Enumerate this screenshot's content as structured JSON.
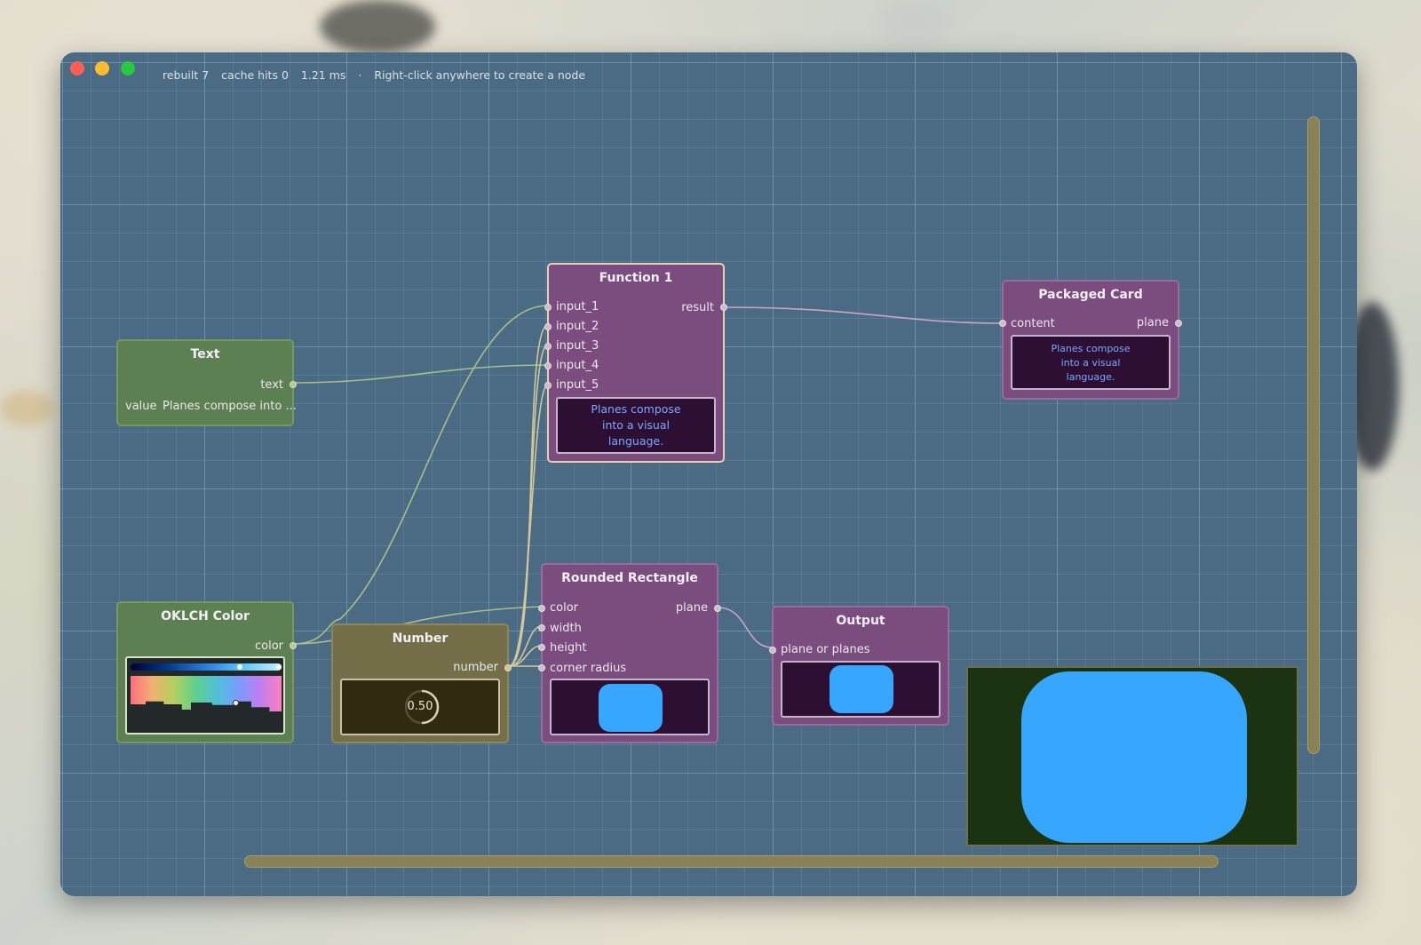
{
  "status": {
    "rebuilt": "rebuilt 7",
    "cache_hits": "cache hits 0",
    "time": "1.21 ms",
    "separator": "·",
    "hint": "Right-click anywhere to create a node"
  },
  "window_controls": [
    "close",
    "minimize",
    "maximize"
  ],
  "colors": {
    "canvas": "#4b6a83",
    "green_node": "#5d8053",
    "olive_node": "#746f48",
    "purple_node": "#7a4d7e",
    "preview_blue": "#36a6ff",
    "close": "#ff5f57",
    "minimize": "#febc2e",
    "maximize": "#28c840"
  },
  "nodes": {
    "text": {
      "title": "Text",
      "output": "text",
      "value_label": "value",
      "value": "Planes compose into ..."
    },
    "function1": {
      "title": "Function 1",
      "inputs": [
        "input_1",
        "input_2",
        "input_3",
        "input_4",
        "input_5"
      ],
      "output": "result",
      "preview": [
        "Planes compose",
        "into a visual",
        "language."
      ]
    },
    "packaged_card": {
      "title": "Packaged Card",
      "input": "content",
      "output": "plane",
      "preview": [
        "Planes compose",
        "into a visual",
        "language."
      ]
    },
    "oklch": {
      "title": "OKLCH Color",
      "output": "color"
    },
    "number": {
      "title": "Number",
      "output": "number",
      "value": "0.50"
    },
    "rounded_rect": {
      "title": "Rounded Rectangle",
      "inputs": [
        "color",
        "width",
        "height",
        "corner radius"
      ],
      "output": "plane"
    },
    "output": {
      "title": "Output",
      "input": "plane or planes"
    }
  }
}
